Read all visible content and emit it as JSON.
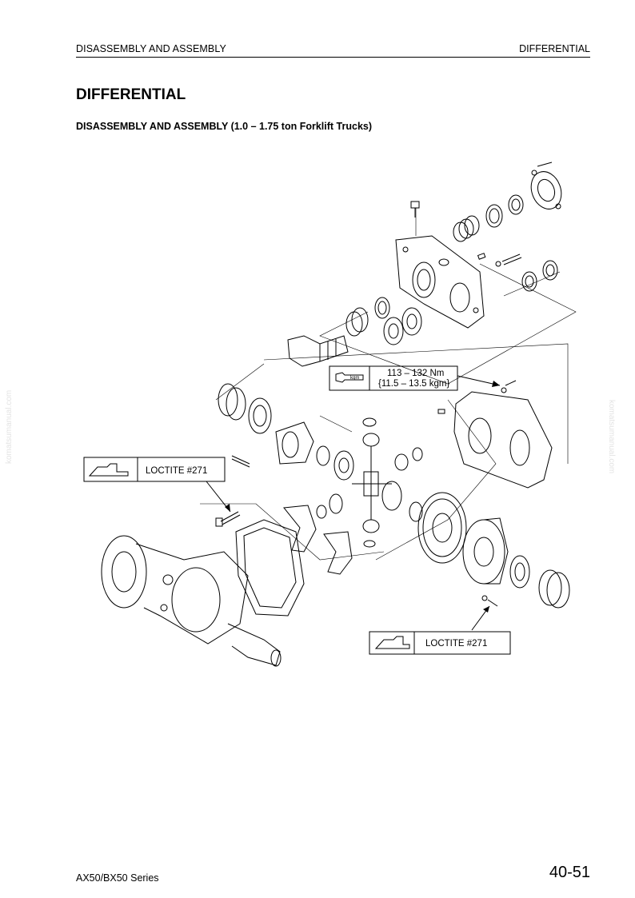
{
  "header": {
    "left": "DISASSEMBLY AND ASSEMBLY",
    "right": "DIFFERENTIAL"
  },
  "title": "DIFFERENTIAL",
  "subtitle": "DISASSEMBLY AND ASSEMBLY (1.0 – 1.75 ton Forklift Trucks)",
  "callouts": {
    "torque_line1": "113 – 132 Nm",
    "torque_line2": "{11.5 – 13.5 kgm}",
    "kgm_label": "kgm",
    "loctite_left": "LOCTITE #271",
    "loctite_right": "LOCTITE #271"
  },
  "footer": {
    "series": "AX50/BX50 Series",
    "page_number": "40-51"
  },
  "watermark": "komatsumanual.com",
  "icons": [
    "wrench-icon",
    "sealant-icon"
  ]
}
